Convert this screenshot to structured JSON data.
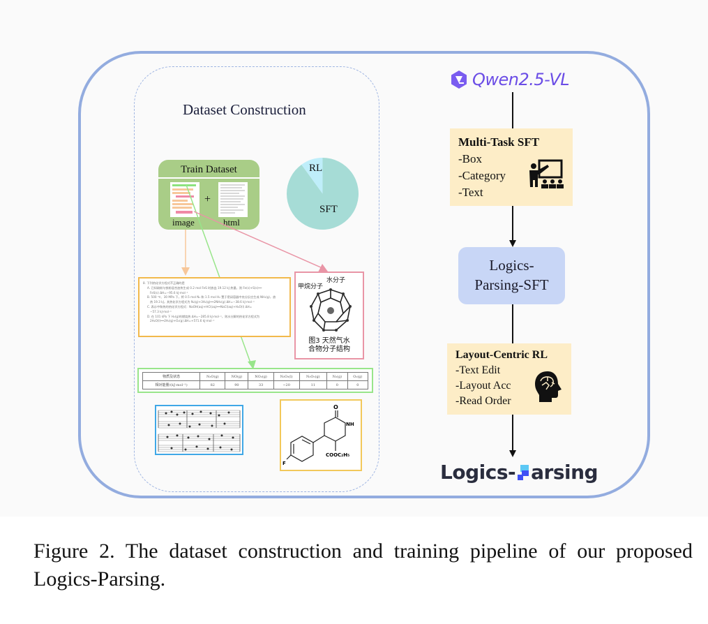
{
  "figure": {
    "caption": "Figure 2.  The dataset construction and training pipeline of our proposed Logics-Parsing.",
    "colors": {
      "outer_frame": "#93acdf",
      "dataset_panel_border": "#9fb5e2",
      "train_dataset_box": "#a9cd87",
      "pie_sft": "#a6dcd6",
      "pie_rl": "#bfeefa",
      "stage_box_yellow": "#fdedc7",
      "stage_box_blue": "#c8d6f6",
      "qwen_brand": "#6b4de6",
      "arrow_orange": "#f7c79a",
      "arrow_green": "#98e58a",
      "arrow_pink": "#e995a6"
    }
  },
  "dataset_construction": {
    "title": "Dataset Construction",
    "train_dataset": {
      "title": "Train Dataset",
      "plus": "+",
      "image_label": "image",
      "html_label": "html"
    },
    "split_pie": {
      "slices": [
        {
          "label": "SFT",
          "fraction": 0.9
        },
        {
          "label": "RL",
          "fraction": 0.1
        }
      ]
    },
    "samples": {
      "question_text": {
        "lines": [
          "8. 下列热化学方程式不正确的是",
          "A. 已知硫粉与铁粉混合加热生成 0.2 mol FeS 时放出 19.12 kJ 热量，则 Fe(s)+S(s)══",
          "FeS(s)  ΔH=−95.6 kJ·mol⁻¹",
          "B. 500 ℃、30 MPa 下，将 0.5 mol N₂ 和 1.5 mol H₂ 置于密闭容器中充分反应生成 NH₃(g)，放",
          "热 19.3 kJ，其热化学方程式为 N₂(g)+3H₂(g)══2NH₃(g)  ΔH=−38.6 kJ·mol⁻¹",
          "C. 表示中和热的热化学方程式：NaOH(aq)+HCl(aq)══NaCl(aq)+H₂O(l)  ΔH=",
          "−57.3 kJ·mol⁻¹",
          "D. 在 101 kPa 下 H₂(g)的燃烧热 ΔH=−285.8 kJ·mol⁻¹，则水分解的热化学方程式为",
          "2H₂O(l)══2H₂(g)+O₂(g)  ΔH=+571.6 kJ·mol⁻¹"
        ]
      },
      "molecule_figure": {
        "label_methane": "甲烷分子",
        "label_water": "水分子",
        "caption_line1": "图3  天然气水",
        "caption_line2": "合物分子结构"
      },
      "table": {
        "header": [
          "物质及状态",
          "N₂O(g)",
          "NO(g)",
          "NO₂(g)",
          "N₂O₃(l)",
          "N₂O₅(g)",
          "N₂(g)",
          "O₂(g)"
        ],
        "row": [
          "相对能量/(kJ·mol⁻¹)",
          "82",
          "90",
          "33",
          "−20",
          "11",
          "0",
          "0"
        ]
      },
      "chemical_structure": {
        "atom_o": "O",
        "atom_nh": "NH",
        "atom_f": "F",
        "group": "COOC₂H₅"
      }
    }
  },
  "pipeline": {
    "base_model": "Qwen2.5-VL",
    "stage1": {
      "title": "Multi-Task SFT",
      "items": [
        "-Box",
        "-Category",
        "-Text"
      ],
      "icon": "teacher-icon"
    },
    "stage2": {
      "line1": "Logics-",
      "line2": "Parsing-SFT"
    },
    "stage3": {
      "title": "Layout-Centric RL",
      "items": [
        "-Text Edit",
        "-Layout Acc",
        "-Read Order"
      ],
      "icon": "brain-icon"
    },
    "final_model": {
      "prefix": "Logics-",
      "suffix": "arsing"
    }
  }
}
